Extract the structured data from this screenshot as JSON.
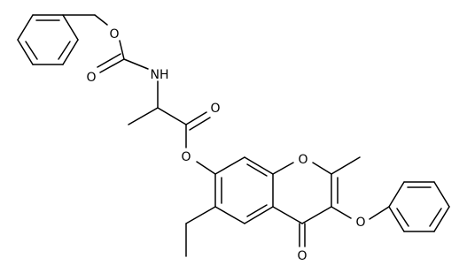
{
  "diagram": {
    "type": "chemical-structure",
    "atoms": {
      "o_benzyl_ether": "O",
      "o_carbamate_carbonyl": "O",
      "nh": "NH",
      "o_ester_carbonyl": "O",
      "o_ester_link": "O",
      "o_ring_ether": "O",
      "o_phenoxy": "O",
      "o_ketone": "O"
    },
    "colors": {
      "bond": "#000000",
      "label": "#000000",
      "background": "#ffffff"
    }
  }
}
